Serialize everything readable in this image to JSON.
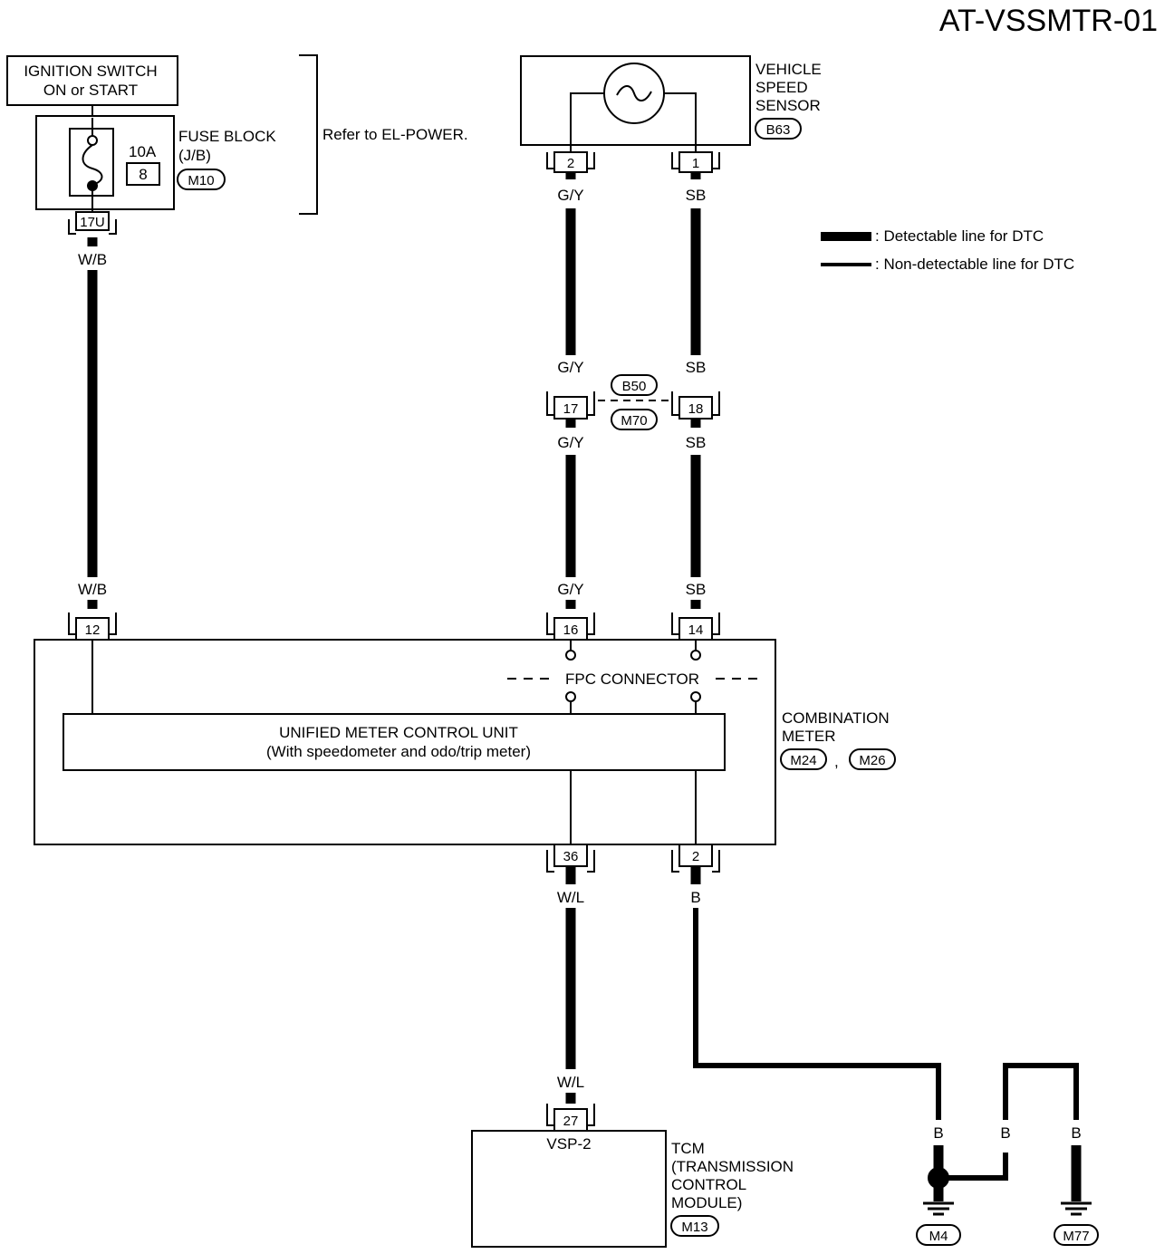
{
  "diagram_title": "AT-VSSMTR-01",
  "ignition_switch": {
    "line1": "IGNITION SWITCH",
    "line2": "ON or START"
  },
  "fuse_block": {
    "line1": "FUSE BLOCK",
    "line2": "(J/B)",
    "connector": "M10",
    "fuse_rating": "10A",
    "fuse_number": "8",
    "pin": "17U"
  },
  "refer_note": "Refer to EL-POWER.",
  "vehicle_speed_sensor": {
    "line1": "VEHICLE",
    "line2": "SPEED",
    "line3": "SENSOR",
    "connector": "B63",
    "pin_left": "2",
    "pin_right": "1"
  },
  "legend": {
    "detectable": ": Detectable line for DTC",
    "non_detectable": ": Non-detectable line for DTC"
  },
  "wires": {
    "wb": "W/B",
    "gy": "G/Y",
    "sb": "SB",
    "wl": "W/L",
    "b": "B"
  },
  "joint_connector": {
    "upper": "B50",
    "lower": "M70",
    "pin_left": "17",
    "pin_right": "18"
  },
  "combination_meter": {
    "line1": "COMBINATION",
    "line2": "METER",
    "connector1": "M24",
    "separator": ",",
    "connector2": "M26",
    "pin_power": "12",
    "pin_gy": "16",
    "pin_sb": "14",
    "pin_wl": "36",
    "pin_ground": "2",
    "fpc": "FPC CONNECTOR",
    "unit_line1": "UNIFIED METER CONTROL UNIT",
    "unit_line2": "(With speedometer and odo/trip meter)"
  },
  "tcm": {
    "line1": "TCM",
    "line2": "(TRANSMISSION",
    "line3": "CONTROL",
    "line4": "MODULE)",
    "connector": "M13",
    "pin": "27",
    "terminal": "VSP-2"
  },
  "grounds": {
    "left": "M4",
    "right": "M77"
  }
}
